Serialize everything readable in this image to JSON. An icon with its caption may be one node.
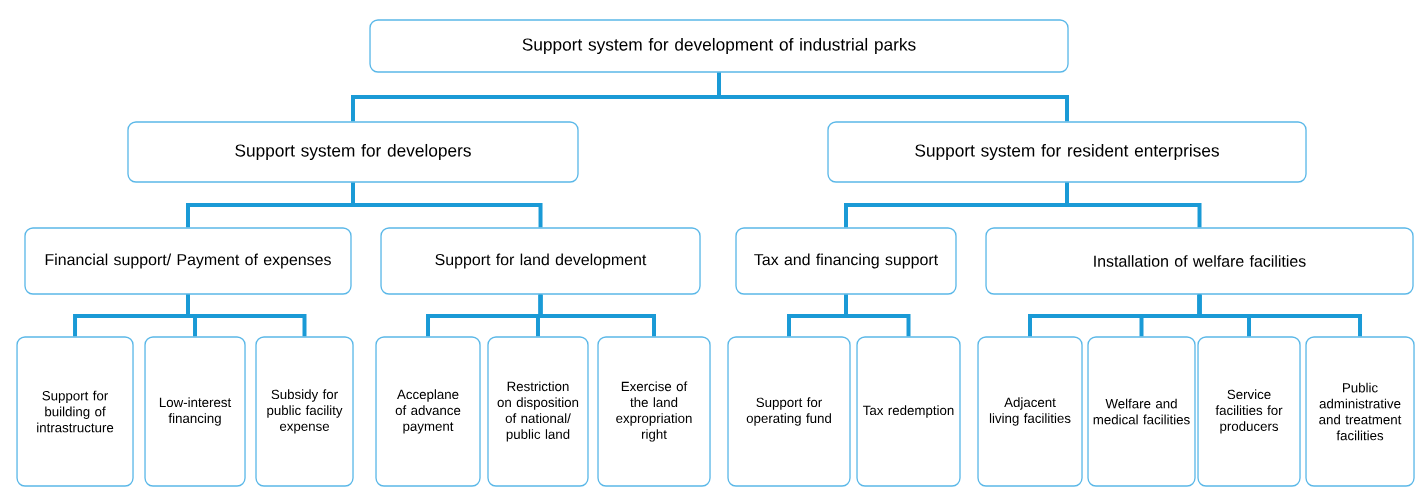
{
  "diagram": {
    "nodes": [
      {
        "text": [
          "Support system for development of industrial parks"
        ]
      },
      {
        "text": [
          "Support system for developers"
        ]
      },
      {
        "text": [
          "Support system for resident enterprises"
        ]
      },
      {
        "text": [
          "Financial support/ Payment of expenses"
        ]
      },
      {
        "text": [
          "Support for land development"
        ]
      },
      {
        "text": [
          "Tax and financing support"
        ]
      },
      {
        "text": [
          "Installation of welfare facilities"
        ]
      },
      {
        "text": [
          "Support for building of intrastructure"
        ]
      },
      {
        "text": [
          "Low-interest financing"
        ]
      },
      {
        "text": [
          "Subsidy for public facility expense"
        ]
      },
      {
        "text": [
          "Acceplane of advance payment"
        ]
      },
      {
        "text": [
          "Restriction on disposition of national/ public land"
        ]
      },
      {
        "text": [
          "Exercise of the land expropriation right"
        ]
      },
      {
        "text": [
          "Support for operating fund"
        ]
      },
      {
        "text": [
          "Tax redemption"
        ]
      },
      {
        "text": [
          "Adjacent living facilities"
        ]
      },
      {
        "text": [
          "Welfare and medical facilities"
        ]
      },
      {
        "text": [
          "Service facilities for producers"
        ]
      },
      {
        "text": [
          "Public administrative and treatment facilities"
        ]
      }
    ],
    "edges": [
      {
        "from": 0,
        "to": 1,
        "arrow": "none"
      },
      {
        "from": 0,
        "to": 2,
        "arrow": "none"
      },
      {
        "from": 1,
        "to": 3,
        "arrow": "none"
      },
      {
        "from": 1,
        "to": 4,
        "arrow": "none"
      },
      {
        "from": 2,
        "to": 5,
        "arrow": "none"
      },
      {
        "from": 2,
        "to": 6,
        "arrow": "none"
      },
      {
        "from": 3,
        "to": 7,
        "arrow": "none"
      },
      {
        "from": 3,
        "to": 8,
        "arrow": "none"
      },
      {
        "from": 3,
        "to": 9,
        "arrow": "none"
      },
      {
        "from": 4,
        "to": 10,
        "arrow": "none"
      },
      {
        "from": 4,
        "to": 11,
        "arrow": "none"
      },
      {
        "from": 4,
        "to": 12,
        "arrow": "none"
      },
      {
        "from": 5,
        "to": 13,
        "arrow": "none"
      },
      {
        "from": 5,
        "to": 14,
        "arrow": "none"
      },
      {
        "from": 6,
        "to": 15,
        "arrow": "none"
      },
      {
        "from": 6,
        "to": 16,
        "arrow": "none"
      },
      {
        "from": 6,
        "to": 17,
        "arrow": "none"
      },
      {
        "from": 6,
        "to": 18,
        "arrow": "none"
      }
    ]
  }
}
